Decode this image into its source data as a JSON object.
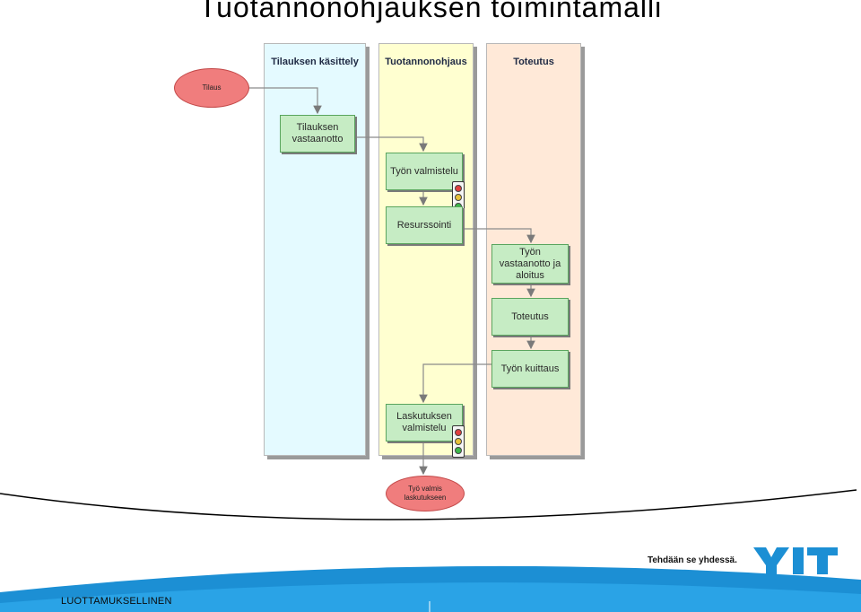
{
  "page": {
    "title": "Tuotannonohjauksen toimintamalli",
    "tagline": "Tehdään se yhdessä.",
    "confidentiality": "LUOTTAMUKSELLINEN"
  },
  "diagram": {
    "lanes": [
      {
        "label": "Tilauksen käsittely",
        "color": "#e4faff"
      },
      {
        "label": "Tuotannonohjaus",
        "color": "#ffffd0"
      },
      {
        "label": "Toteutus",
        "color": "#ffe9d8"
      }
    ],
    "nodes": {
      "order": "Tilaus",
      "receive_order_line1": "Tilauksen",
      "receive_order_line2": "vastaanotto",
      "prepare_work": "Työn valmistelu",
      "resourcing": "Resurssointi",
      "accept_work_line1": "Työn",
      "accept_work_line2": "vastaanotto ja",
      "accept_work_line3": "aloitus",
      "execution": "Toteutus",
      "acknowledge_work": "Työn kuittaus",
      "invoice_prep_line1": "Laskutuksen",
      "invoice_prep_line2": "valmistelu",
      "done_line1": "Työ valmis",
      "done_line2": "laskutukseen"
    }
  },
  "colors": {
    "brand_blue": "#1c8fd4",
    "box_fill": "#c6ecc4",
    "oval_fill": "#f07d7d"
  }
}
